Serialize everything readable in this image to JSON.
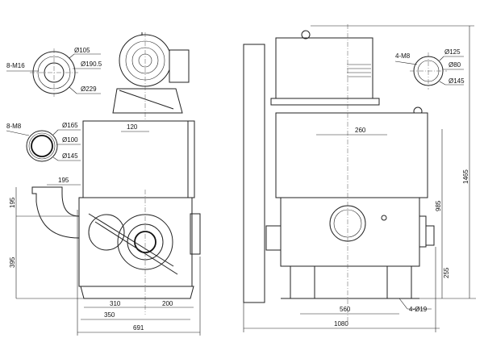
{
  "flange_inlet": {
    "bolts": "8-M16",
    "d1": "Ø105",
    "d2": "Ø190.5",
    "d3": "Ø229"
  },
  "flange_outlet": {
    "bolts": "8-M8",
    "d1": "Ø165",
    "d2": "Ø100",
    "d3": "Ø145"
  },
  "flange_side": {
    "bolts": "4-M8",
    "d1": "Ø125",
    "d2": "Ø80",
    "d3": "Ø145"
  },
  "front_view": {
    "dim_top": "120",
    "dim_inlet_offset": "195",
    "dim_inlet_height": "195",
    "dim_lower_height": "395",
    "dim_base_left": "310",
    "dim_base_right": "200",
    "dim_base_total": "350",
    "dim_overall_width": "691"
  },
  "side_view": {
    "dim_top": "260",
    "dim_overall_height": "1465",
    "dim_mid_height": "985",
    "dim_low_height": "255",
    "dim_base": "560",
    "dim_holes": "4-Ø19",
    "dim_overall_width": "1080"
  }
}
